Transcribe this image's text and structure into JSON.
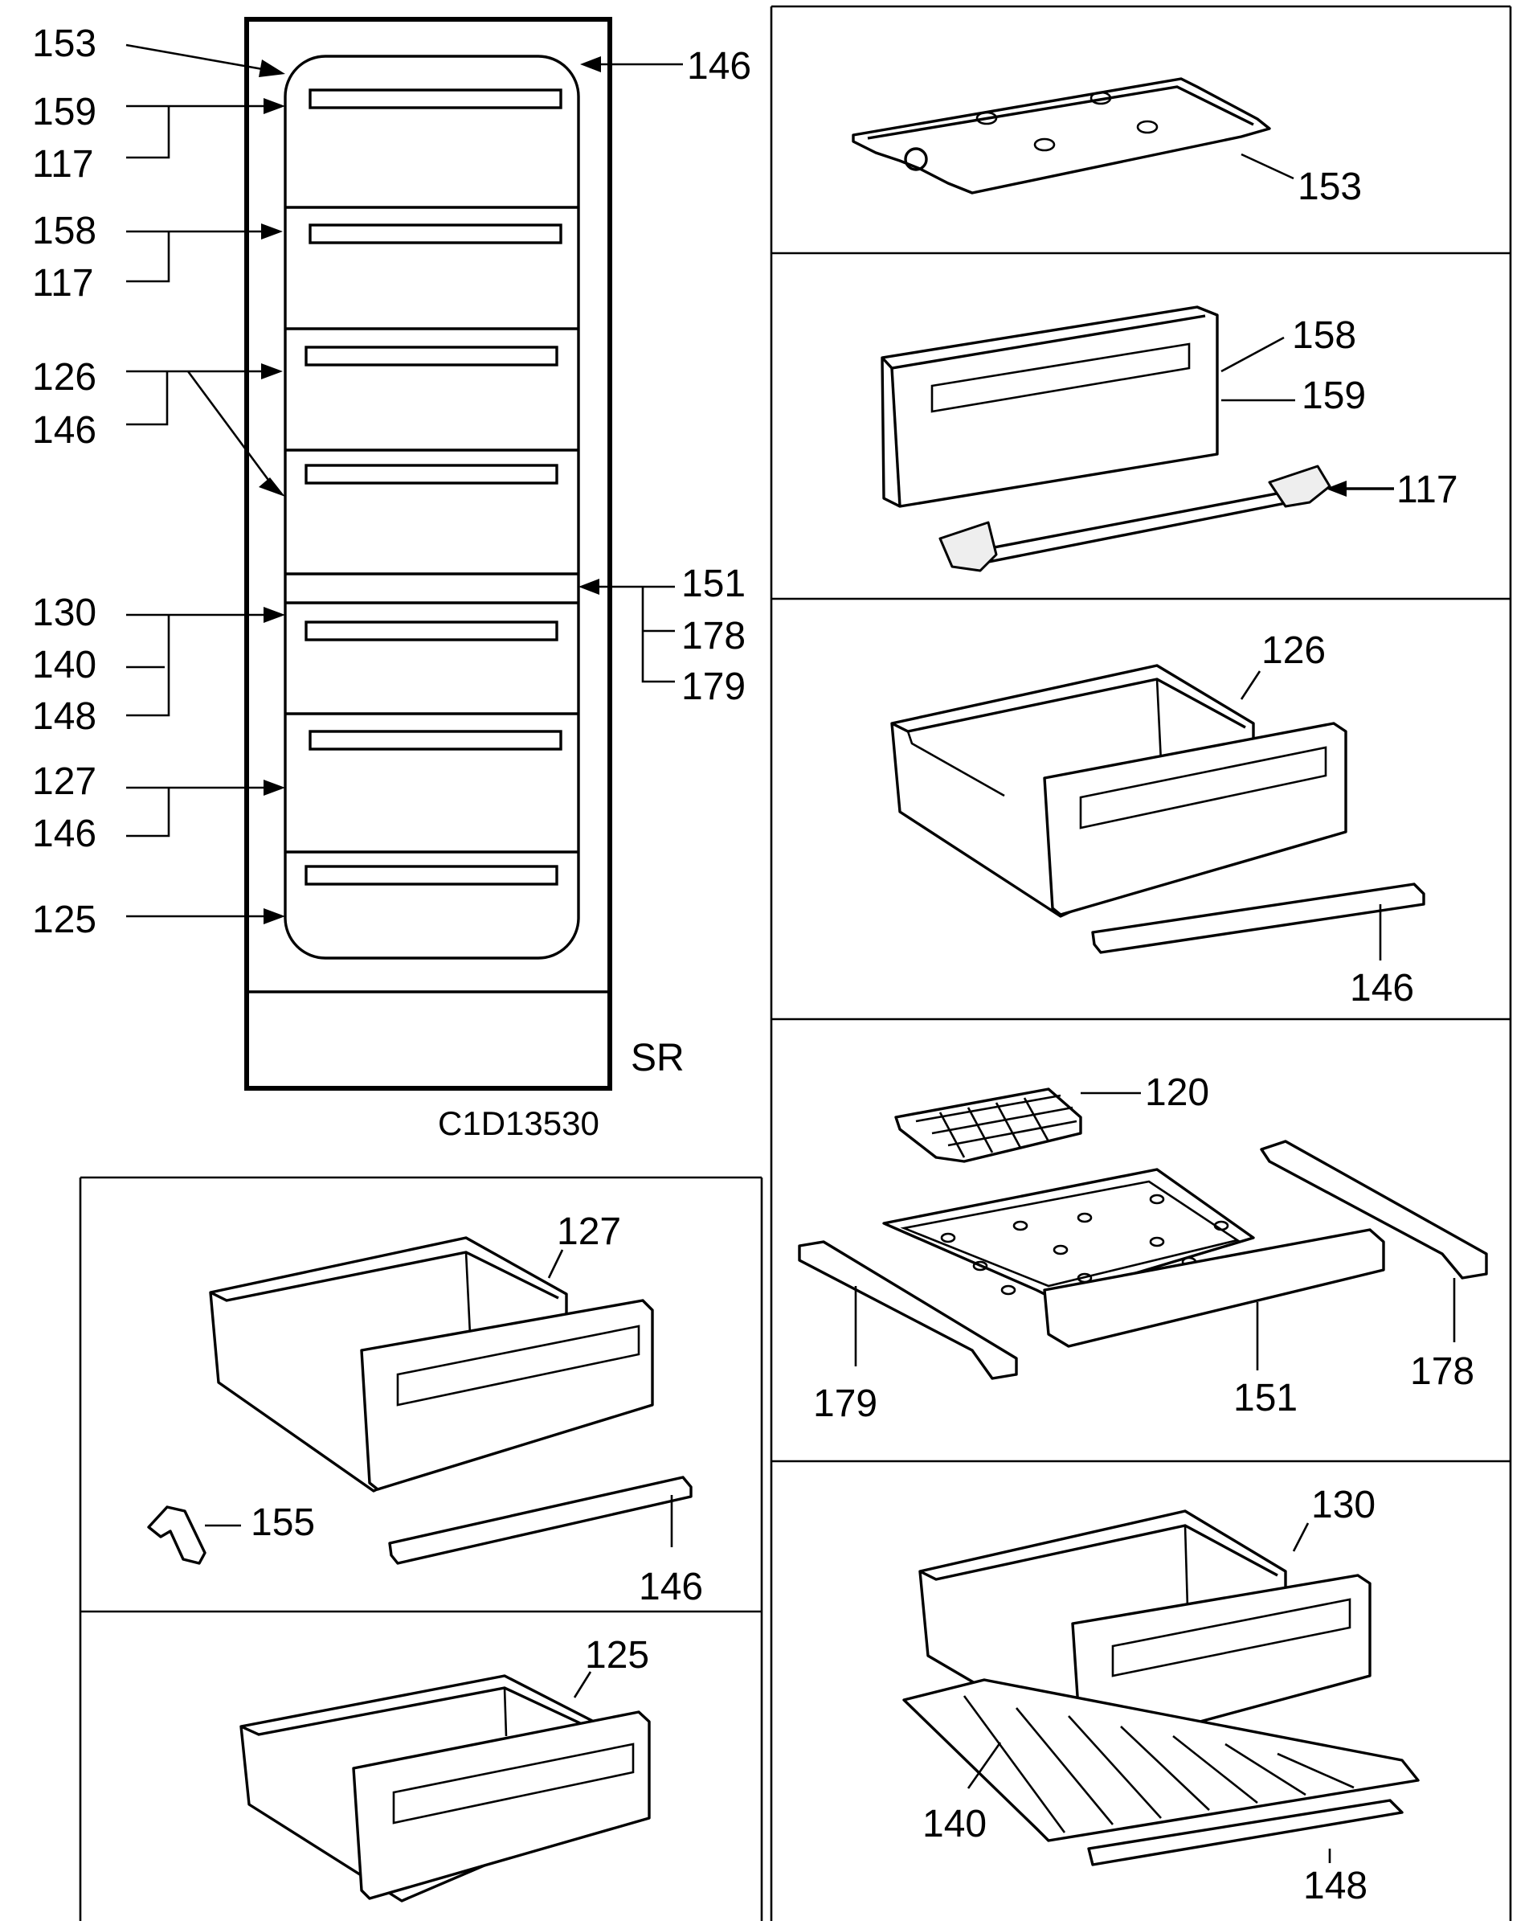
{
  "diagram": {
    "code": "C1D13530",
    "model_mark": "SR",
    "overview_labels": {
      "l153": "153",
      "l146a": "146",
      "l159": "159",
      "l117a": "117",
      "l158": "158",
      "l117b": "117",
      "l126": "126",
      "l146b": "146",
      "l151": "151",
      "l178": "178",
      "l179": "179",
      "l130": "130",
      "l140": "140",
      "l148": "148",
      "l127": "127",
      "l146c": "146",
      "l125": "125"
    },
    "panels": {
      "lid": {
        "label": "153"
      },
      "flap": {
        "labels": [
          "158",
          "159",
          "117"
        ]
      },
      "drawer126": {
        "labels": [
          "126",
          "146"
        ]
      },
      "tray": {
        "labels": [
          "120",
          "178",
          "179",
          "151"
        ]
      },
      "drawer130": {
        "labels": [
          "130",
          "140",
          "148"
        ]
      },
      "drawer127": {
        "labels": [
          "127",
          "155",
          "146"
        ]
      },
      "drawer125": {
        "labels": [
          "125"
        ]
      }
    }
  }
}
